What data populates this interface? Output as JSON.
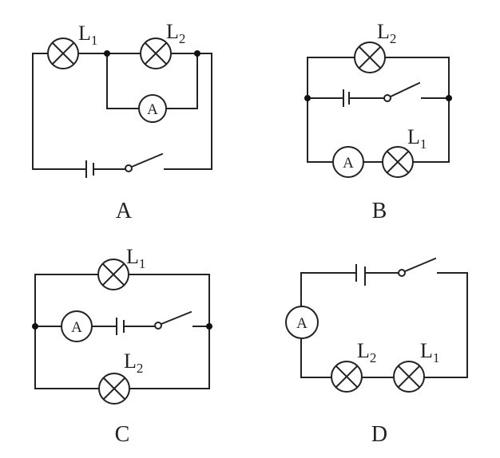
{
  "meter_symbol": "A",
  "circuits": {
    "A": {
      "caption": "A",
      "L1": {
        "letter": "L",
        "sub": "1"
      },
      "L2": {
        "letter": "L",
        "sub": "2"
      }
    },
    "B": {
      "caption": "B",
      "L1": {
        "letter": "L",
        "sub": "1"
      },
      "L2": {
        "letter": "L",
        "sub": "2"
      }
    },
    "C": {
      "caption": "C",
      "L1": {
        "letter": "L",
        "sub": "1"
      },
      "L2": {
        "letter": "L",
        "sub": "2"
      }
    },
    "D": {
      "caption": "D",
      "L1": {
        "letter": "L",
        "sub": "1"
      },
      "L2": {
        "letter": "L",
        "sub": "2"
      }
    }
  }
}
